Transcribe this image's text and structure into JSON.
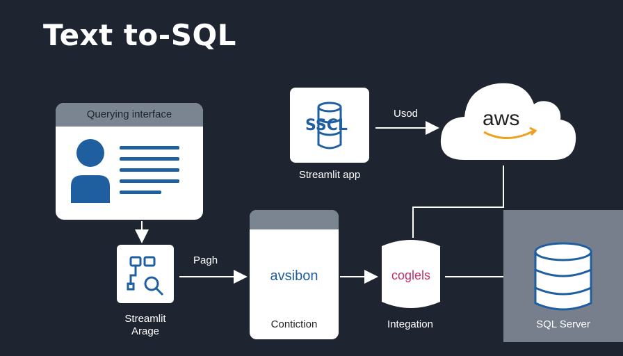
{
  "title": "Text to-SQL",
  "nodes": {
    "querying_interface": "Querying interface",
    "streamlit_app": "Streamlit app",
    "sscl_logo": "SSCL",
    "aws_logo": "aws",
    "streamlit_arage_line1": "Streamlit",
    "streamlit_arage_line2": "Arage",
    "avsibon_logo": "avsibon",
    "contiction": "Contiction",
    "coglels_logo": "coglels",
    "integation": "Integation",
    "sql_server": "SQL Server"
  },
  "edges": {
    "usod": "Usod",
    "pagh": "Pagh"
  },
  "colors": {
    "background": "#1f2530",
    "accent_blue": "#1f5fa0",
    "aws_orange": "#f0a020",
    "panel_gray": "#767f8b"
  }
}
